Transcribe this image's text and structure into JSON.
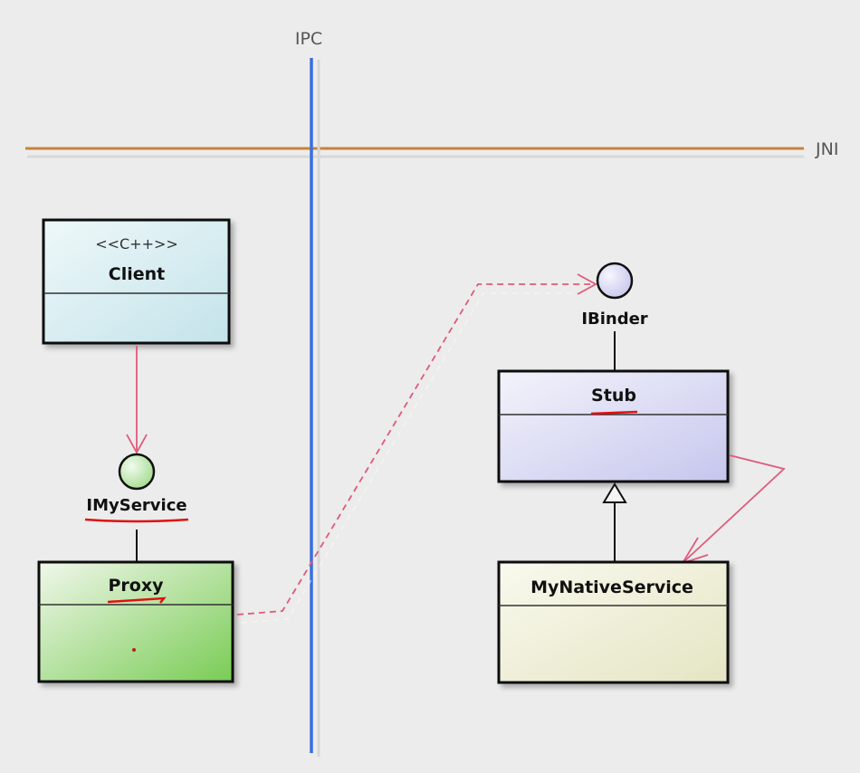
{
  "boundaries": {
    "ipc_label": "IPC",
    "jni_label": "JNI"
  },
  "classes": {
    "client": {
      "stereotype": "<<C++>>",
      "name": "Client"
    },
    "proxy": {
      "name": "Proxy"
    },
    "stub": {
      "name": "Stub"
    },
    "my_native_service": {
      "name": "MyNativeService"
    }
  },
  "interfaces": {
    "imyservice": {
      "name": "IMyService"
    },
    "ibinder": {
      "name": "IBinder"
    }
  },
  "colors": {
    "background": "#ececec",
    "ipc_line": "#3a6ee0",
    "jni_line": "#c8823c",
    "client_fill": "#cde9ee",
    "proxy_fill": "#8fd46f",
    "stub_fill": "#d2d2f2",
    "native_fill": "#eeeed2",
    "interface_green": "#b6e6a6",
    "interface_blue": "#d8d8f4",
    "relation_pink": "#e05a7a",
    "annotation_red": "#e01010"
  }
}
